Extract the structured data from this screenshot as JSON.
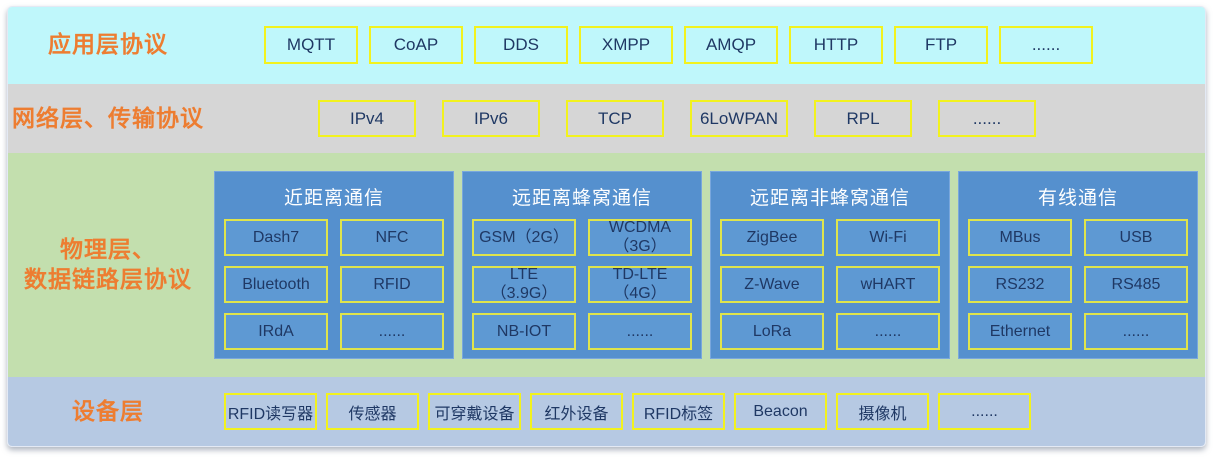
{
  "colors": {
    "label_orange": "#ED7D31",
    "box_text_navy": "#1F3864",
    "box_border_yellow": "#F2F21E",
    "panel_box_border_yellow": "#DFE44C",
    "layer_application_bg": "#BFF7FB",
    "layer_network_bg": "#D6D6D6",
    "layer_physical_bg": "#C3DFAE",
    "layer_device_bg": "#B6C9E3",
    "panel_blue": "#5590CE",
    "panel_box_blue": "#5E99D3",
    "panel_title_white": "#FFFFFF"
  },
  "layers": {
    "application": {
      "label": "应用层协议",
      "boxes": [
        "MQTT",
        "CoAP",
        "DDS",
        "XMPP",
        "AMQP",
        "HTTP",
        "FTP",
        "......"
      ]
    },
    "network": {
      "label": "网络层、传输协议",
      "boxes": [
        "IPv4",
        "IPv6",
        "TCP",
        "6LoWPAN",
        "RPL",
        "......"
      ]
    },
    "physical": {
      "label": "物理层、\n数据链路层协议",
      "panels": [
        {
          "title": "近距离通信",
          "boxes": [
            "Dash7",
            "NFC",
            "Bluetooth",
            "RFID",
            "IRdA",
            "......"
          ]
        },
        {
          "title": "远距离蜂窝通信",
          "boxes": [
            "GSM（2G）",
            "WCDMA\n（3G）",
            "LTE\n（3.9G）",
            "TD-LTE\n（4G）",
            "NB-IOT",
            "......"
          ]
        },
        {
          "title": "远距离非蜂窝通信",
          "boxes": [
            "ZigBee",
            "Wi-Fi",
            "Z-Wave",
            "wHART",
            "LoRa",
            "......"
          ]
        },
        {
          "title": "有线通信",
          "boxes": [
            "MBus",
            "USB",
            "RS232",
            "RS485",
            "Ethernet",
            "......"
          ]
        }
      ]
    },
    "device": {
      "label": "设备层",
      "boxes": [
        "RFID读写器",
        "传感器",
        "可穿戴设备",
        "红外设备",
        "RFID标签",
        "Beacon",
        "摄像机",
        "......"
      ]
    }
  }
}
